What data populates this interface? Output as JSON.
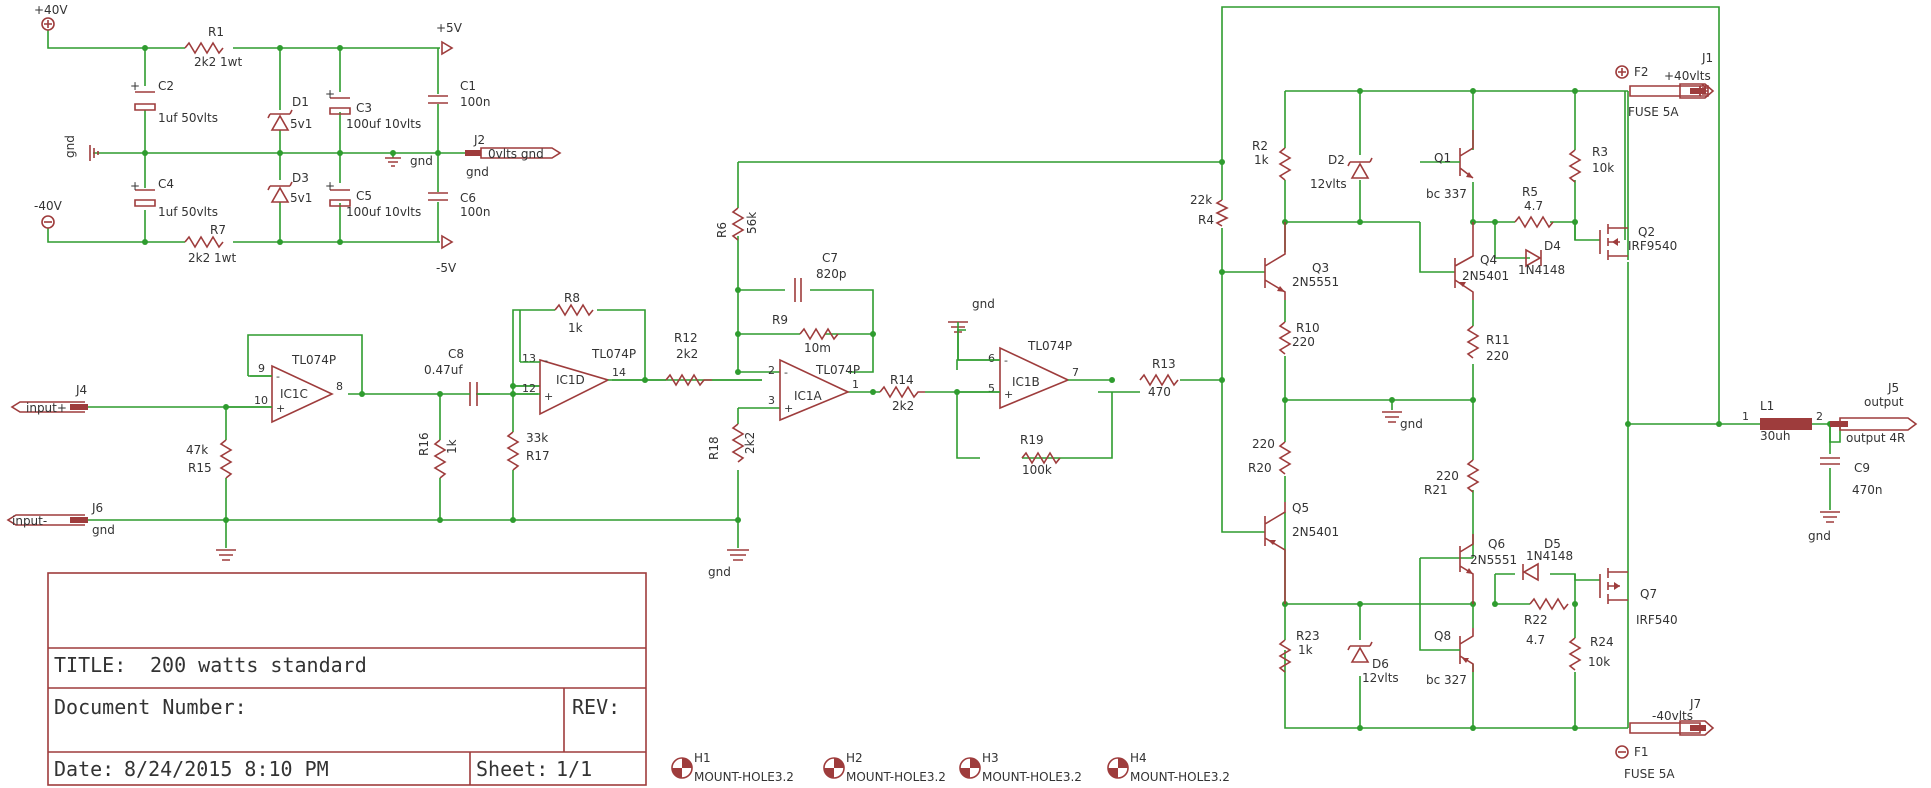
{
  "title_block": {
    "title_label": "TITLE:",
    "title_value": "200 watts standard",
    "docnum_label": "Document Number:",
    "rev_label": "REV:",
    "date_label": "Date:",
    "date_value": "8/24/2015 8:10 PM",
    "sheet_label": "Sheet:",
    "sheet_value": "1/1"
  },
  "rails": {
    "p40": "+40V",
    "m40": "-40V",
    "p5": "+5V",
    "m5": "-5V",
    "gnd": "gnd",
    "zero": "0vlts gnd",
    "j2": "J2"
  },
  "parts": {
    "R1": [
      "R1",
      "2k2 1wt"
    ],
    "R7": [
      "R7",
      "2k2 1wt"
    ],
    "C2": [
      "C2",
      "1uf 50vlts"
    ],
    "C4": [
      "C4",
      "1uf 50vlts"
    ],
    "D1": [
      "D1",
      "5v1"
    ],
    "D3": [
      "D3",
      "5v1"
    ],
    "C3": [
      "C3",
      "100uf 10vlts"
    ],
    "C5": [
      "C5",
      "100uf 10vlts"
    ],
    "C1": [
      "C1",
      "100n"
    ],
    "C6": [
      "C6",
      "100n"
    ],
    "IC1C": [
      "IC1C",
      "TL074P"
    ],
    "IC1D": [
      "IC1D",
      "TL074P"
    ],
    "IC1A": [
      "IC1A",
      "TL074P"
    ],
    "IC1B": [
      "IC1B",
      "TL074P"
    ],
    "C8": [
      "C8",
      "0.47uf"
    ],
    "R8": [
      "R8",
      "1k"
    ],
    "R12": [
      "R12",
      "2k2"
    ],
    "R14": [
      "R14",
      "2k2"
    ],
    "R13": [
      "R13",
      "470"
    ],
    "R19": [
      "R19",
      "100k"
    ],
    "R6": [
      "R6",
      "56k"
    ],
    "C7": [
      "C7",
      "820p"
    ],
    "R9": [
      "R9",
      "10m"
    ],
    "R18": [
      "R18",
      "2k2"
    ],
    "R15": [
      "R15",
      "47k"
    ],
    "R16": [
      "R16",
      "1k"
    ],
    "R17": [
      "R17",
      "33k"
    ],
    "R4": [
      "R4",
      "22k"
    ],
    "R2": [
      "R2",
      "1k"
    ],
    "D2": [
      "D2",
      "12vlts"
    ],
    "Q1": [
      "Q1",
      "bc 337"
    ],
    "R5": [
      "R5",
      "4.7"
    ],
    "D4": [
      "D4",
      "1N4148"
    ],
    "R3": [
      "R3",
      "10k"
    ],
    "Q2": [
      "Q2",
      "IRF9540"
    ],
    "Q3": [
      "Q3",
      "2N5551"
    ],
    "Q4": [
      "Q4",
      "2N5401"
    ],
    "R10": [
      "R10",
      "220"
    ],
    "R11": [
      "R11",
      "220"
    ],
    "R20": [
      "R20",
      "220"
    ],
    "R21": [
      "R21",
      "220"
    ],
    "Q5": [
      "Q5",
      "2N5401"
    ],
    "Q6": [
      "Q6",
      "2N5551"
    ],
    "D5": [
      "D5",
      "1N4148"
    ],
    "R22": [
      "R22",
      "4.7"
    ],
    "Q7": [
      "Q7",
      "IRF540"
    ],
    "R23": [
      "R23",
      "1k"
    ],
    "D6": [
      "D6",
      "12vlts"
    ],
    "Q8": [
      "Q8",
      "bc 327"
    ],
    "R24": [
      "R24",
      "10k"
    ],
    "F1": [
      "F1",
      "FUSE 5A"
    ],
    "F2": [
      "F2",
      "FUSE 5A"
    ],
    "J1": [
      "J1",
      "+40vlts"
    ],
    "J7": [
      "J7",
      "-40vlts"
    ],
    "L1": [
      "L1",
      "30uh"
    ],
    "J5": [
      "J5",
      "output"
    ],
    "J5b": [
      "output 4R",
      ""
    ],
    "C9": [
      "C9",
      "470n"
    ],
    "J4": [
      "J4",
      "input+"
    ],
    "J6": [
      "J6",
      "input-"
    ]
  },
  "pins": {
    "p9": "9",
    "p10": "10",
    "p8": "8",
    "p13": "13",
    "p12": "12",
    "p14": "14",
    "p2": "2",
    "p3": "3",
    "p1": "1",
    "p6": "6",
    "p5": "5",
    "p7": "7",
    "l1a": "1",
    "l1b": "2",
    "minus": "-",
    "plus": "+"
  },
  "mount_holes": [
    {
      "ref": "H1",
      "value": "MOUNT-HOLE3.2"
    },
    {
      "ref": "H2",
      "value": "MOUNT-HOLE3.2"
    },
    {
      "ref": "H3",
      "value": "MOUNT-HOLE3.2"
    },
    {
      "ref": "H4",
      "value": "MOUNT-HOLE3.2"
    }
  ],
  "colors": {
    "wire": "#2f9c2f",
    "part": "#9e3c3c",
    "text": "#333333",
    "background": "#ffffff"
  }
}
